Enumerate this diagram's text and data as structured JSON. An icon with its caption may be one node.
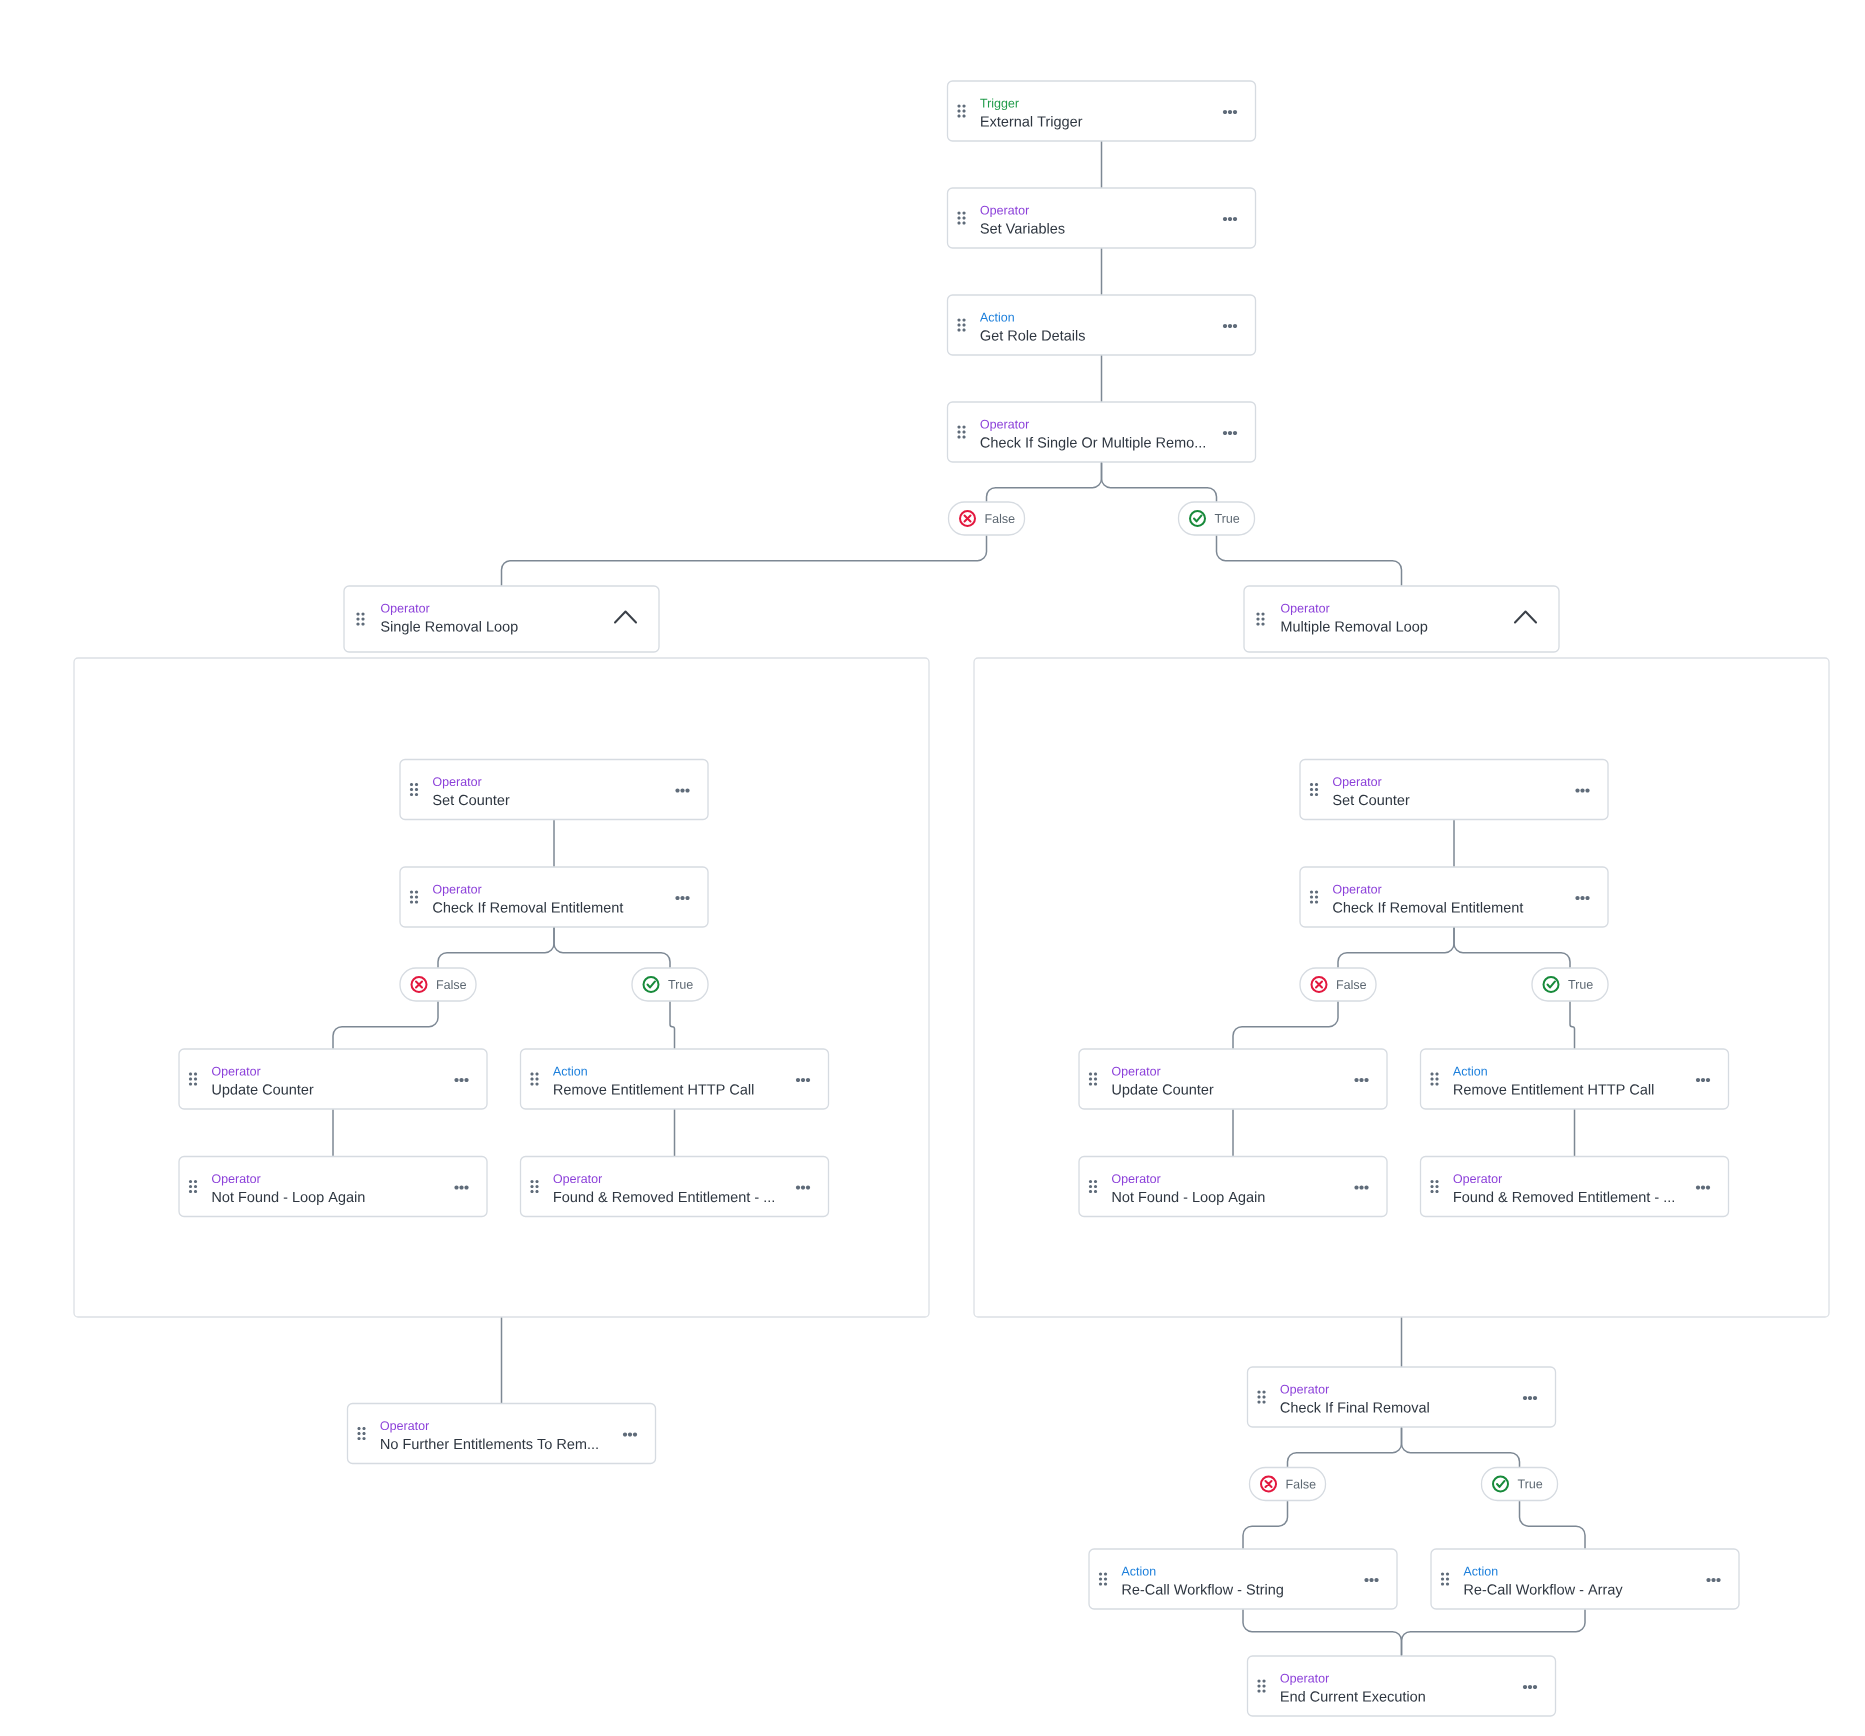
{
  "diagram": {
    "nodes": [
      {
        "text": [
          "Trigger",
          "External Trigger"
        ]
      },
      {
        "text": [
          "Operator",
          "Set Variables"
        ]
      },
      {
        "text": [
          "Action",
          "Get Role Details"
        ]
      },
      {
        "text": [
          "Operator",
          "Check If Single Or Multiple Remo..."
        ]
      },
      {
        "text": [
          "False"
        ]
      },
      {
        "text": [
          "True"
        ]
      },
      {
        "text": [
          "Operator",
          "Single Removal Loop"
        ]
      },
      {
        "text": [],
        "shape": "box"
      },
      {
        "text": [
          "Operator",
          "Set Counter"
        ],
        "in": 7
      },
      {
        "text": [
          "Operator",
          "Check If Removal Entitlement"
        ],
        "in": 7
      },
      {
        "text": [
          "False"
        ],
        "in": 7
      },
      {
        "text": [
          "True"
        ],
        "in": 7
      },
      {
        "text": [
          "Operator",
          "Update Counter"
        ],
        "in": 7
      },
      {
        "text": [
          "Action",
          "Remove Entitlement HTTP Call"
        ],
        "in": 7
      },
      {
        "text": [
          "Operator",
          "Not Found - Loop Again"
        ],
        "in": 7
      },
      {
        "text": [
          "Operator",
          "Found & Removed Entitlement - ..."
        ],
        "in": 7
      },
      {
        "text": [
          "Operator",
          "No Further Entitlements To Rem..."
        ]
      },
      {
        "text": [
          "Operator",
          "Multiple Removal Loop"
        ]
      },
      {
        "text": [],
        "shape": "box"
      },
      {
        "text": [
          "Operator",
          "Set Counter"
        ],
        "in": 18
      },
      {
        "text": [
          "Operator",
          "Check If Removal Entitlement"
        ],
        "in": 18
      },
      {
        "text": [
          "False"
        ],
        "in": 18
      },
      {
        "text": [
          "True"
        ],
        "in": 18
      },
      {
        "text": [
          "Operator",
          "Update Counter"
        ],
        "in": 18
      },
      {
        "text": [
          "Action",
          "Remove Entitlement HTTP Call"
        ],
        "in": 18
      },
      {
        "text": [
          "Operator",
          "Not Found - Loop Again"
        ],
        "in": 18
      },
      {
        "text": [
          "Operator",
          "Found & Removed Entitlement - ..."
        ],
        "in": 18
      },
      {
        "text": [
          "Operator",
          "Check If Final Removal"
        ]
      },
      {
        "text": [
          "False"
        ]
      },
      {
        "text": [
          "True"
        ]
      },
      {
        "text": [
          "Action",
          "Re-Call Workflow - String"
        ]
      },
      {
        "text": [
          "Action",
          "Re-Call Workflow - Array"
        ]
      },
      {
        "text": [
          "Operator",
          "End Current Execution"
        ]
      }
    ],
    "edges": [
      {
        "from": 0,
        "to": 1,
        "arrow": "none"
      },
      {
        "from": 1,
        "to": 2,
        "arrow": "none"
      },
      {
        "from": 2,
        "to": 3,
        "arrow": "none"
      },
      {
        "from": 3,
        "to": 4,
        "arrow": "none"
      },
      {
        "from": 3,
        "to": 5,
        "arrow": "none"
      },
      {
        "from": 4,
        "to": 6,
        "arrow": "none"
      },
      {
        "from": 5,
        "to": 17,
        "arrow": "none"
      },
      {
        "from": 8,
        "to": 9,
        "arrow": "none"
      },
      {
        "from": 9,
        "to": 10,
        "arrow": "none"
      },
      {
        "from": 9,
        "to": 11,
        "arrow": "none"
      },
      {
        "from": 10,
        "to": 12,
        "arrow": "none"
      },
      {
        "from": 11,
        "to": 13,
        "arrow": "none"
      },
      {
        "from": 12,
        "to": 14,
        "arrow": "none"
      },
      {
        "from": 13,
        "to": 15,
        "arrow": "none"
      },
      {
        "from": 7,
        "to": 16,
        "arrow": "none"
      },
      {
        "from": 19,
        "to": 20,
        "arrow": "none"
      },
      {
        "from": 20,
        "to": 21,
        "arrow": "none"
      },
      {
        "from": 20,
        "to": 22,
        "arrow": "none"
      },
      {
        "from": 21,
        "to": 23,
        "arrow": "none"
      },
      {
        "from": 22,
        "to": 24,
        "arrow": "none"
      },
      {
        "from": 23,
        "to": 25,
        "arrow": "none"
      },
      {
        "from": 24,
        "to": 26,
        "arrow": "none"
      },
      {
        "from": 18,
        "to": 27,
        "arrow": "none"
      },
      {
        "from": 27,
        "to": 28,
        "arrow": "none"
      },
      {
        "from": 27,
        "to": 29,
        "arrow": "none"
      },
      {
        "from": 28,
        "to": 30,
        "arrow": "none"
      },
      {
        "from": 29,
        "to": 31,
        "arrow": "none"
      },
      {
        "from": 30,
        "to": 32,
        "arrow": "none"
      },
      {
        "from": 31,
        "to": 32,
        "arrow": "none"
      }
    ]
  }
}
